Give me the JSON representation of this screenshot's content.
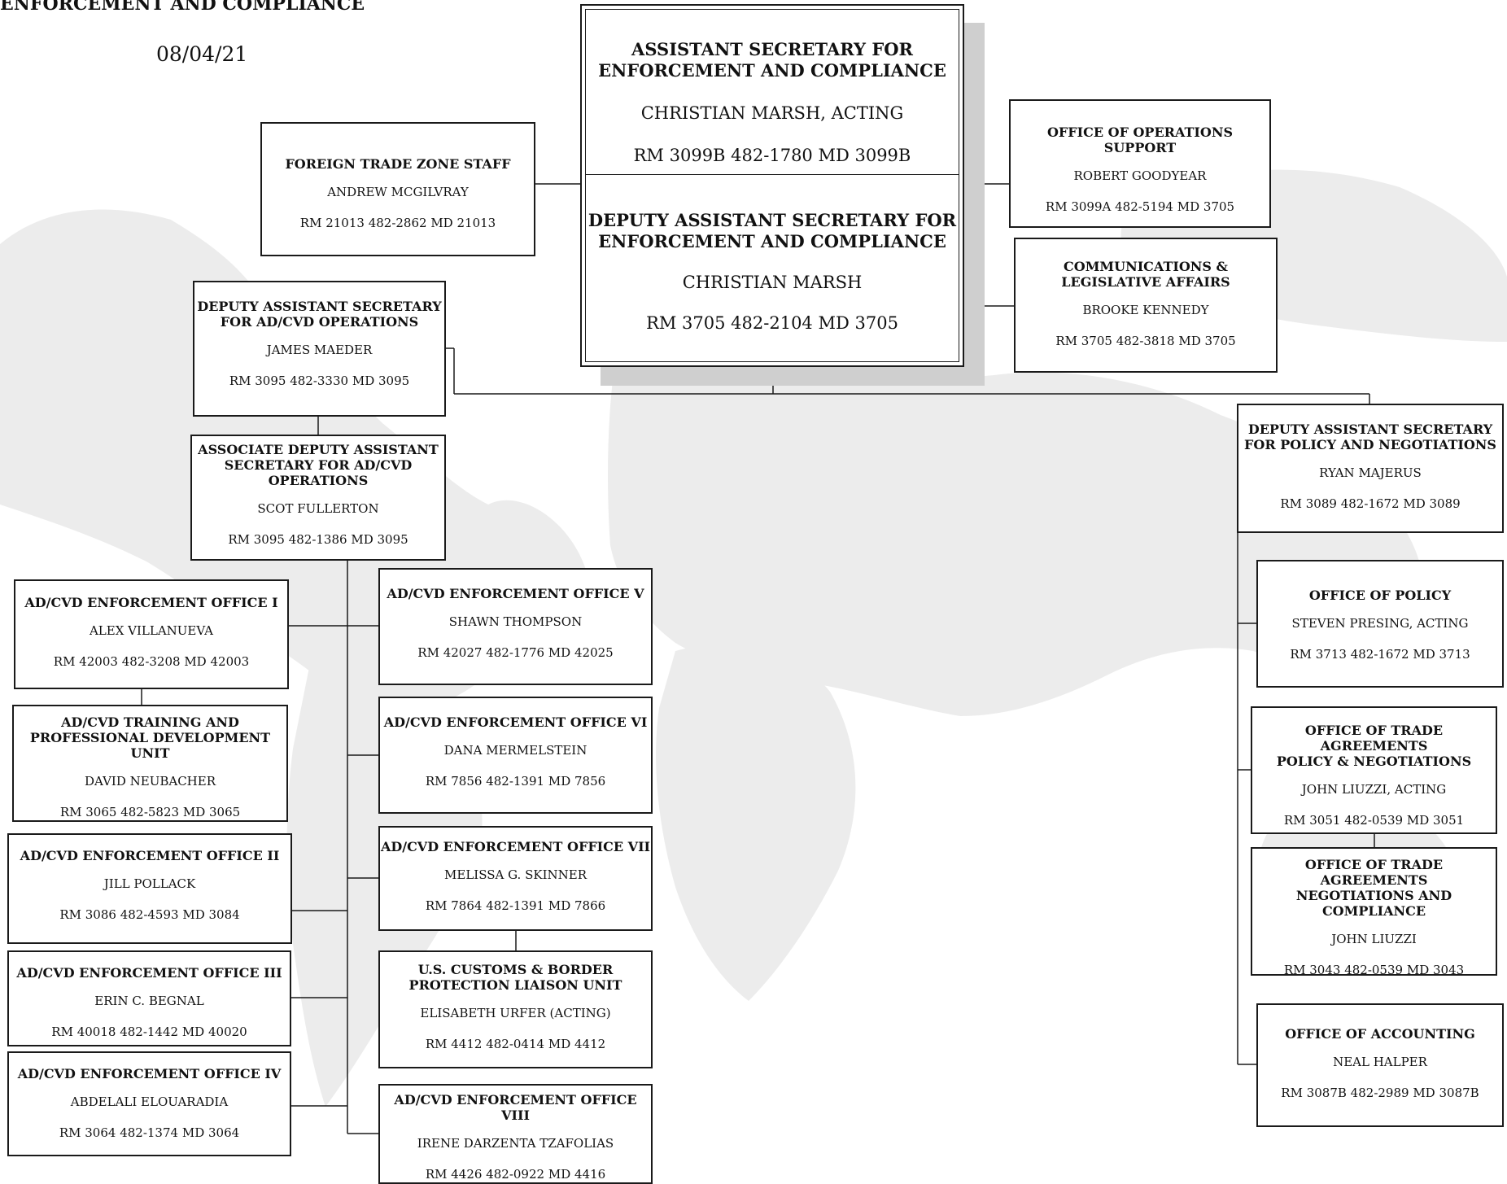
{
  "header": {
    "title": "ENFORCEMENT AND COMPLIANCE",
    "date": "08/04/21"
  },
  "main": {
    "asst": {
      "title_1": "ASSISTANT SECRETARY FOR",
      "title_2": "ENFORCEMENT AND COMPLIANCE",
      "name": "CHRISTIAN MARSH, ACTING",
      "room": "RM 3099B 482-1780 MD 3099B"
    },
    "deputy": {
      "title_1": "DEPUTY ASSISTANT SECRETARY FOR",
      "title_2": "ENFORCEMENT AND COMPLIANCE",
      "name": "CHRISTIAN MARSH",
      "room": "RM 3705 482-2104 MD 3705"
    }
  },
  "ftz": {
    "title": "FOREIGN TRADE ZONE STAFF",
    "name": "ANDREW MCGILVRAY",
    "room": "RM 21013  482-2862 MD 21013"
  },
  "ops_support": {
    "title": "OFFICE OF OPERATIONS SUPPORT",
    "name": "ROBERT GOODYEAR",
    "room": "RM 3099A 482-5194 MD 3705"
  },
  "comms": {
    "title_1": "COMMUNICATIONS &",
    "title_2": "LEGISLATIVE AFFAIRS",
    "name": "BROOKE KENNEDY",
    "room": "RM 3705 482-3818 MD 3705"
  },
  "das_adcvd": {
    "title_1": "DEPUTY ASSISTANT SECRETARY",
    "title_2": "FOR AD/CVD OPERATIONS",
    "name": "JAMES MAEDER",
    "room": "RM 3095 482-3330 MD 3095"
  },
  "adas_adcvd": {
    "title_1": "ASSOCIATE DEPUTY ASSISTANT",
    "title_2": "SECRETARY FOR AD/CVD",
    "title_3": "OPERATIONS",
    "name": "SCOT FULLERTON",
    "room": "RM 3095 482-1386 MD 3095"
  },
  "das_policy": {
    "title_1": "DEPUTY ASSISTANT SECRETARY",
    "title_2": "FOR POLICY AND NEGOTIATIONS",
    "name": "RYAN MAJERUS",
    "room": "RM 3089 482-1672 MD 3089"
  },
  "office_i": {
    "title": "AD/CVD ENFORCEMENT OFFICE I",
    "name": "ALEX VILLANUEVA",
    "room": "RM 42003  482-3208 MD 42003"
  },
  "training": {
    "title_1": "AD/CVD TRAINING AND",
    "title_2": "PROFESSIONAL DEVELOPMENT UNIT",
    "name": "DAVID NEUBACHER",
    "room": "RM 3065  482-5823 MD 3065"
  },
  "office_ii": {
    "title": "AD/CVD ENFORCEMENT OFFICE II",
    "name": "JILL POLLACK",
    "room": "RM 3086  482-4593 MD 3084"
  },
  "office_iii": {
    "title": "AD/CVD ENFORCEMENT OFFICE III",
    "name": "ERIN C. BEGNAL",
    "room": "RM 40018  482-1442 MD 40020"
  },
  "office_iv": {
    "title": "AD/CVD ENFORCEMENT OFFICE IV",
    "name": "ABDELALI ELOUARADIA",
    "room": "RM 3064  482-1374 MD 3064"
  },
  "office_v": {
    "title": "AD/CVD ENFORCEMENT OFFICE V",
    "name": "SHAWN THOMPSON",
    "room": "RM 42027 482-1776  MD 42025"
  },
  "office_vi": {
    "title": "AD/CVD ENFORCEMENT OFFICE VI",
    "name": "DANA MERMELSTEIN",
    "room": "RM 7856 482-1391 MD 7856"
  },
  "office_vii": {
    "title": "AD/CVD ENFORCEMENT OFFICE VII",
    "name": "MELISSA G. SKINNER",
    "room": "RM 7864 482-1391 MD 7866"
  },
  "cbp": {
    "title_1": "U.S. CUSTOMS & BORDER",
    "title_2": "PROTECTION LIAISON UNIT",
    "name": "ELISABETH URFER (ACTING)",
    "room": "RM 4412 482-0414 MD 4412"
  },
  "office_viii": {
    "title": "AD/CVD ENFORCEMENT OFFICE VIII",
    "name": "IRENE DARZENTA TZAFOLIAS",
    "room": "RM 4426 482-0922 MD 4416"
  },
  "policy": {
    "title": "OFFICE OF POLICY",
    "name": "STEVEN PRESING, ACTING",
    "room": "RM 3713 482-1672 MD 3713"
  },
  "tapn": {
    "title_1": "OFFICE OF TRADE AGREEMENTS",
    "title_2": "POLICY & NEGOTIATIONS",
    "name": "JOHN LIUZZI, ACTING",
    "room": "RM 3051 482-0539 MD 3051"
  },
  "tanc": {
    "title_1": "OFFICE OF TRADE AGREEMENTS",
    "title_2": "NEGOTIATIONS AND",
    "title_3": "COMPLIANCE",
    "name": "JOHN LIUZZI",
    "room": "RM 3043 482-0539 MD 3043"
  },
  "accounting": {
    "title": "OFFICE OF ACCOUNTING",
    "name": "NEAL HALPER",
    "room": "RM 3087B 482-2989  MD 3087B"
  }
}
